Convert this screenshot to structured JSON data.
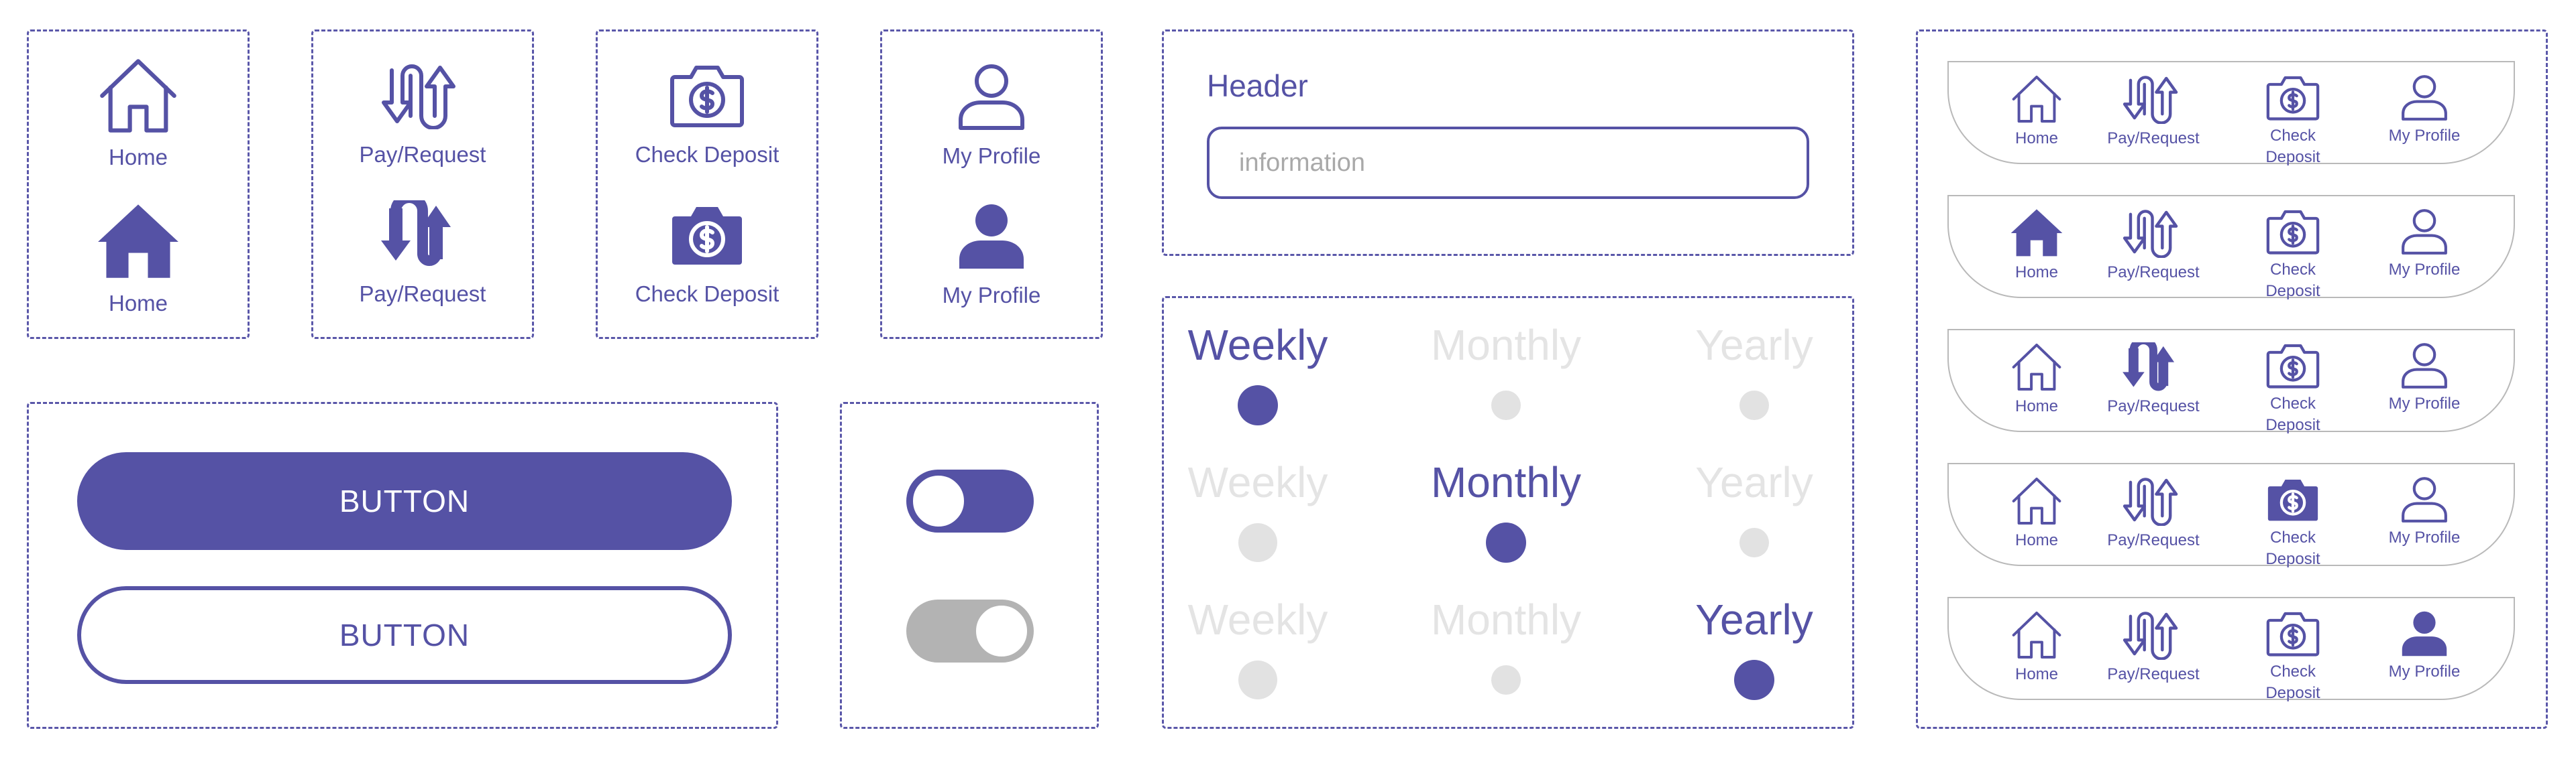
{
  "icons": {
    "home": {
      "label_outline": "Home",
      "label_filled": "Home"
    },
    "pay": {
      "label_outline": "Pay/Request",
      "label_filled": "Pay/Request"
    },
    "deposit": {
      "label_outline": "Check Deposit",
      "label_filled": "Check Deposit"
    },
    "profile": {
      "label_outline": "My Profile",
      "label_filled": "My Profile"
    }
  },
  "header_field": {
    "title": "Header",
    "placeholder": "information"
  },
  "buttons": {
    "primary_label": "BUTTON",
    "secondary_label": "BUTTON"
  },
  "toggles": {
    "first_state": "on",
    "second_state": "off"
  },
  "frequency": {
    "options": [
      "Weekly",
      "Monthly",
      "Yearly"
    ],
    "rows": [
      {
        "selected": "Weekly"
      },
      {
        "selected": "Monthly"
      },
      {
        "selected": "Yearly"
      }
    ]
  },
  "nav": {
    "items": [
      "Home",
      "Pay/Request",
      "Check Deposit",
      "My Profile"
    ],
    "bars": [
      {
        "active": "none"
      },
      {
        "active": "Home"
      },
      {
        "active": "Pay/Request"
      },
      {
        "active": "Check Deposit"
      },
      {
        "active": "My Profile"
      }
    ]
  },
  "colors": {
    "accent": "#5552a5",
    "inactive_text": "#e4e4e4",
    "inactive_dot": "#e2e2e2",
    "toggle_off": "#b3b3b3",
    "navbar_border": "#b9b9b9"
  }
}
